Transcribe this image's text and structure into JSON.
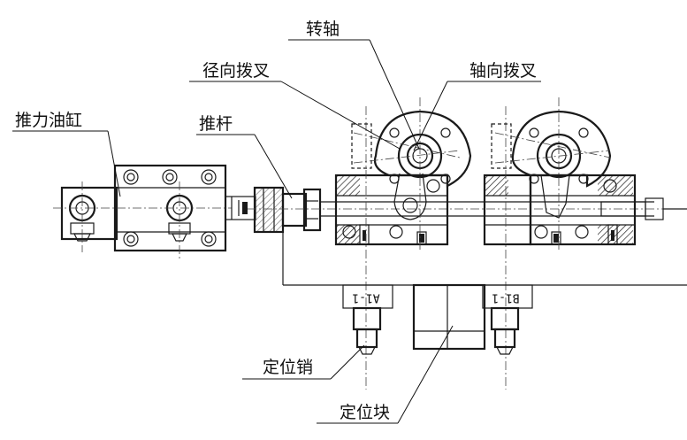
{
  "labels": {
    "rotating_shaft": "转轴",
    "radial_fork": "径向拨叉",
    "axial_fork": "轴向拨叉",
    "thrust_cylinder": "推力油缸",
    "push_rod": "推杆",
    "locating_pin": "定位销",
    "locating_block": "定位块",
    "tag_a": "A1-1",
    "tag_b": "B1-1"
  }
}
